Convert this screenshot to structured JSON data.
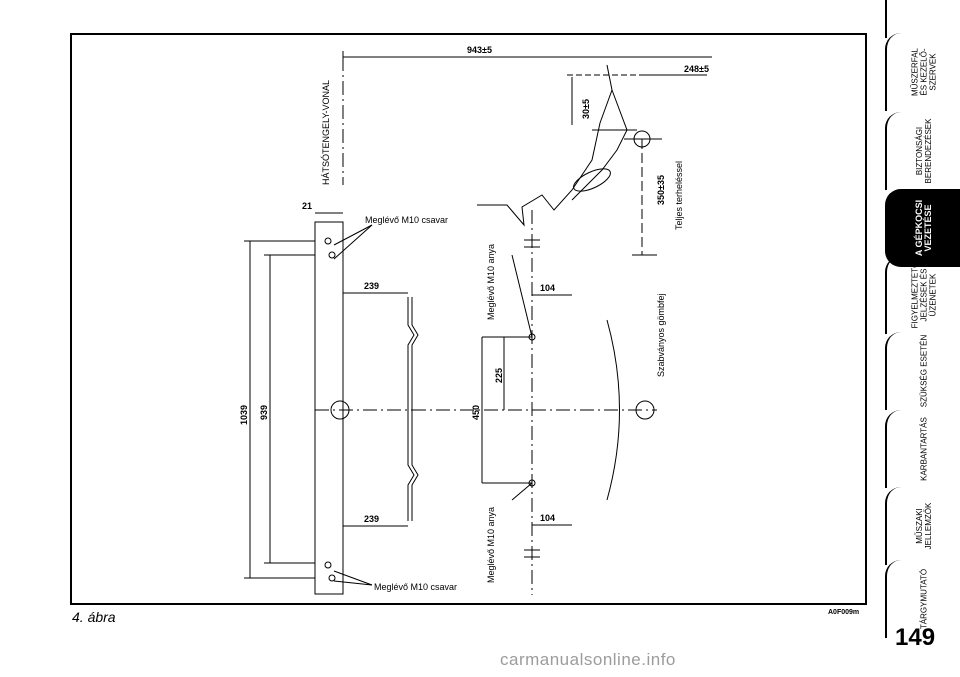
{
  "figure": {
    "caption": "4. ábra",
    "code": "A0F009m",
    "axle_line_label": "HÁTSÓTENGELY-VONAL",
    "dims": {
      "d943": "943±5",
      "d248": "248±5",
      "d30": "30±5",
      "d350": "350±35",
      "d21": "21",
      "d239_top": "239",
      "d239_bottom": "239",
      "d1039": "1039",
      "d939": "939",
      "d104_top": "104",
      "d104_bottom": "104",
      "d225": "225",
      "d450": "450"
    },
    "labels": {
      "full_load": "Teljes terheléssel",
      "bolt_top": "Meglévő M10 csavar",
      "bolt_bottom": "Meglévő M10 csavar",
      "nut_top": "Meglévő M10 anya",
      "nut_bottom": "Meglévő M10 anya",
      "ball": "Szabványos gömbfej"
    }
  },
  "sidebar": {
    "tabs": [
      {
        "label": "MŰSZERFAL\nÉS KEZELŐ-\nSZERVEK",
        "active": false
      },
      {
        "label": "BIZTONSÁGI\nBERENDEZÉSEK",
        "active": false
      },
      {
        "label": "A GÉPKOCSI\nVEZETÉSE",
        "active": true
      },
      {
        "label": "FIGYELMEZTETŐ\nJELZÉSEK ÉS\nÜZENETEK",
        "active": false
      },
      {
        "label": "SZÜKSÉG ESETÉN",
        "active": false
      },
      {
        "label": "KARBANTARTÁS",
        "active": false
      },
      {
        "label": "MŰSZAKI\nJELLEMZŐK",
        "active": false
      },
      {
        "label": "TÁRGYMUTATÓ",
        "active": false
      }
    ]
  },
  "page_number": "149",
  "watermark": "carmanualsonline.info"
}
